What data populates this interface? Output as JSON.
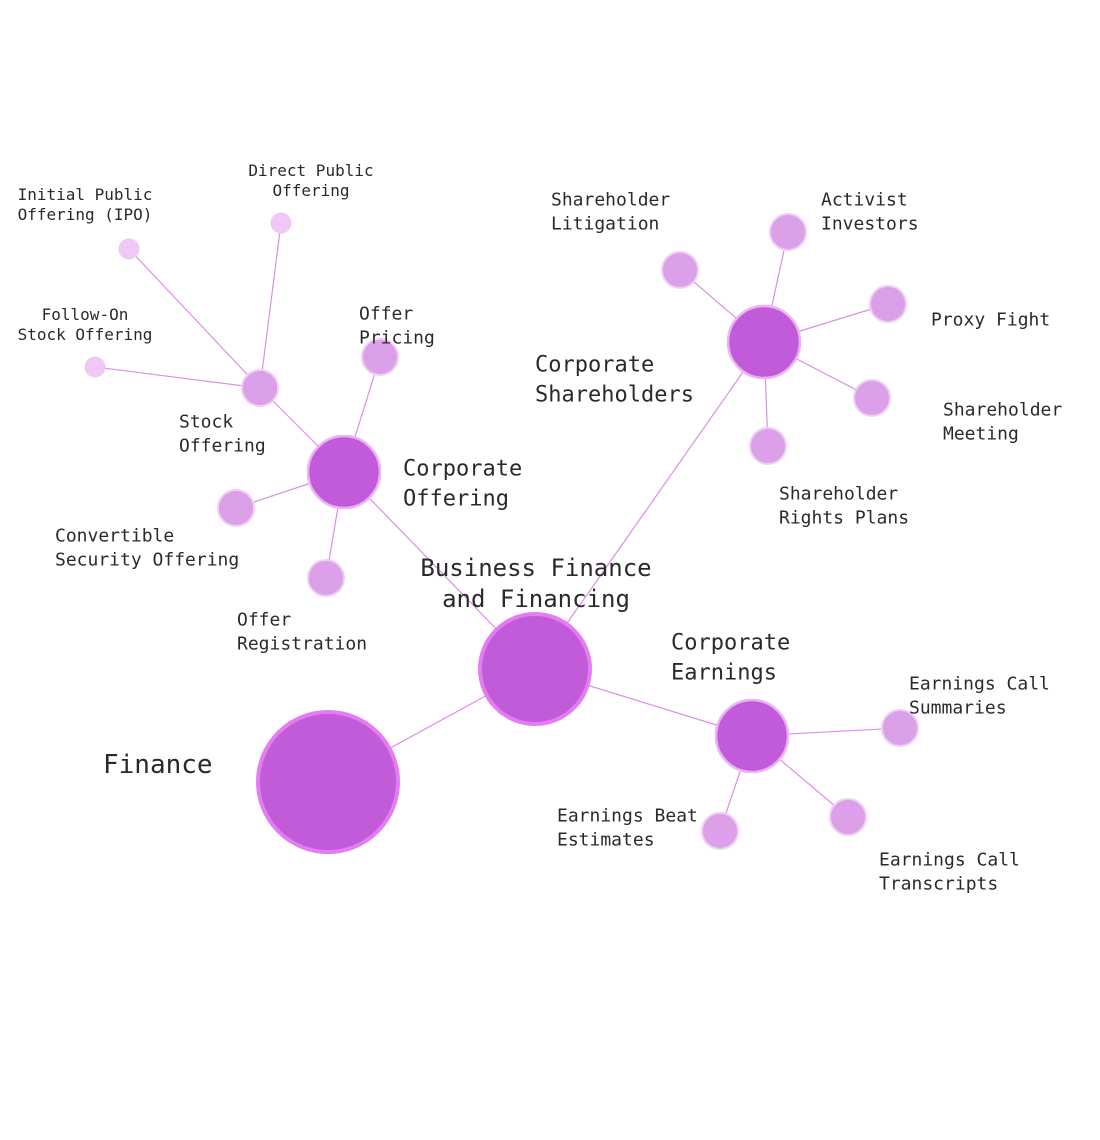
{
  "colors": {
    "hub": "#c25bd9",
    "hub_ring": "#e47cf2",
    "branch": "#c25bd9",
    "branch_ring": "#ecb2f4",
    "leaf": "#dba0e8",
    "leaf_ring": "#f0cdf6",
    "faint_leaf": "#f0c8f5",
    "edge": "#dd8ee9",
    "label": "#2a2a2a"
  },
  "nodes": {
    "finance": {
      "lines": [
        "Finance"
      ]
    },
    "business_finance": {
      "lines": [
        "Business Finance",
        "and Financing"
      ]
    },
    "corporate_offering": {
      "lines": [
        "Corporate",
        "Offering"
      ]
    },
    "corporate_shareholders": {
      "lines": [
        "Corporate",
        "Shareholders"
      ]
    },
    "corporate_earnings": {
      "lines": [
        "Corporate",
        "Earnings"
      ]
    },
    "stock_offering": {
      "lines": [
        "Stock",
        "Offering"
      ]
    },
    "offer_pricing": {
      "lines": [
        "Offer",
        "Pricing"
      ]
    },
    "convertible_security_offering": {
      "lines": [
        "Convertible",
        "Security Offering"
      ]
    },
    "offer_registration": {
      "lines": [
        "Offer",
        "Registration"
      ]
    },
    "initial_public_offering": {
      "lines": [
        "Initial Public",
        "Offering (IPO)"
      ]
    },
    "direct_public_offering": {
      "lines": [
        "Direct Public",
        "Offering"
      ]
    },
    "follow_on_stock_offering": {
      "lines": [
        "Follow-On",
        "Stock Offering"
      ]
    },
    "shareholder_litigation": {
      "lines": [
        "Shareholder",
        "Litigation"
      ]
    },
    "activist_investors": {
      "lines": [
        "Activist",
        "Investors"
      ]
    },
    "proxy_fight": {
      "lines": [
        "Proxy Fight"
      ]
    },
    "shareholder_meeting": {
      "lines": [
        "Shareholder",
        "Meeting"
      ]
    },
    "shareholder_rights_plans": {
      "lines": [
        "Shareholder",
        "Rights Plans"
      ]
    },
    "earnings_call_summaries": {
      "lines": [
        "Earnings Call",
        "Summaries"
      ]
    },
    "earnings_beat_estimates": {
      "lines": [
        "Earnings Beat",
        "Estimates"
      ]
    },
    "earnings_call_transcripts": {
      "lines": [
        "Earnings Call",
        "Transcripts"
      ]
    }
  },
  "edges": [
    [
      "finance",
      "business_finance"
    ],
    [
      "business_finance",
      "corporate_offering"
    ],
    [
      "business_finance",
      "corporate_shareholders"
    ],
    [
      "business_finance",
      "corporate_earnings"
    ],
    [
      "corporate_offering",
      "stock_offering"
    ],
    [
      "corporate_offering",
      "offer_pricing"
    ],
    [
      "corporate_offering",
      "convertible_security_offering"
    ],
    [
      "corporate_offering",
      "offer_registration"
    ],
    [
      "stock_offering",
      "initial_public_offering"
    ],
    [
      "stock_offering",
      "direct_public_offering"
    ],
    [
      "stock_offering",
      "follow_on_stock_offering"
    ],
    [
      "corporate_shareholders",
      "shareholder_litigation"
    ],
    [
      "corporate_shareholders",
      "activist_investors"
    ],
    [
      "corporate_shareholders",
      "proxy_fight"
    ],
    [
      "corporate_shareholders",
      "shareholder_meeting"
    ],
    [
      "corporate_shareholders",
      "shareholder_rights_plans"
    ],
    [
      "corporate_earnings",
      "earnings_call_summaries"
    ],
    [
      "corporate_earnings",
      "earnings_beat_estimates"
    ],
    [
      "corporate_earnings",
      "earnings_call_transcripts"
    ]
  ]
}
